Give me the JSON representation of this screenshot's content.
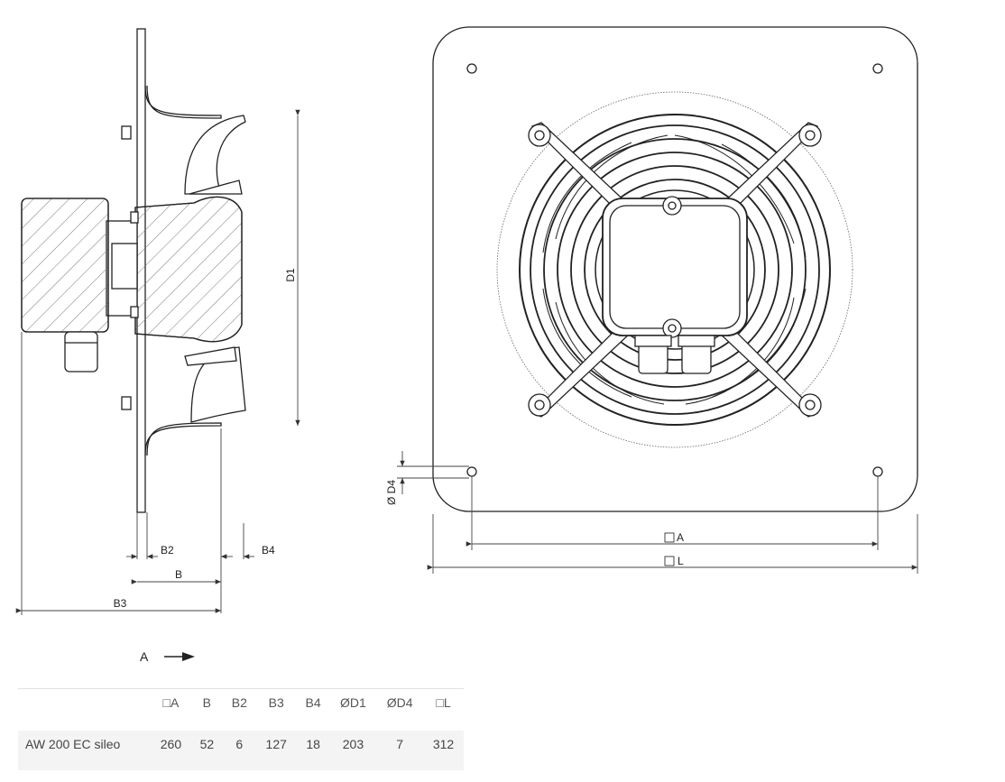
{
  "drawing": {
    "side_view_labels": {
      "d1": "D1",
      "b2": "B2",
      "b4": "B4",
      "b": "B",
      "b3": "B3"
    },
    "front_view_labels": {
      "d4": "Ø D4",
      "a": "A",
      "l": "L",
      "square_symbol": "□"
    },
    "direction_label": "A"
  },
  "table": {
    "headers": [
      "",
      "□A",
      "B",
      "B2",
      "B3",
      "B4",
      "ØD1",
      "ØD4",
      "□L"
    ],
    "rows": [
      [
        "AW 200 EC sileo",
        "260",
        "52",
        "6",
        "127",
        "18",
        "203",
        "7",
        "312"
      ]
    ]
  }
}
